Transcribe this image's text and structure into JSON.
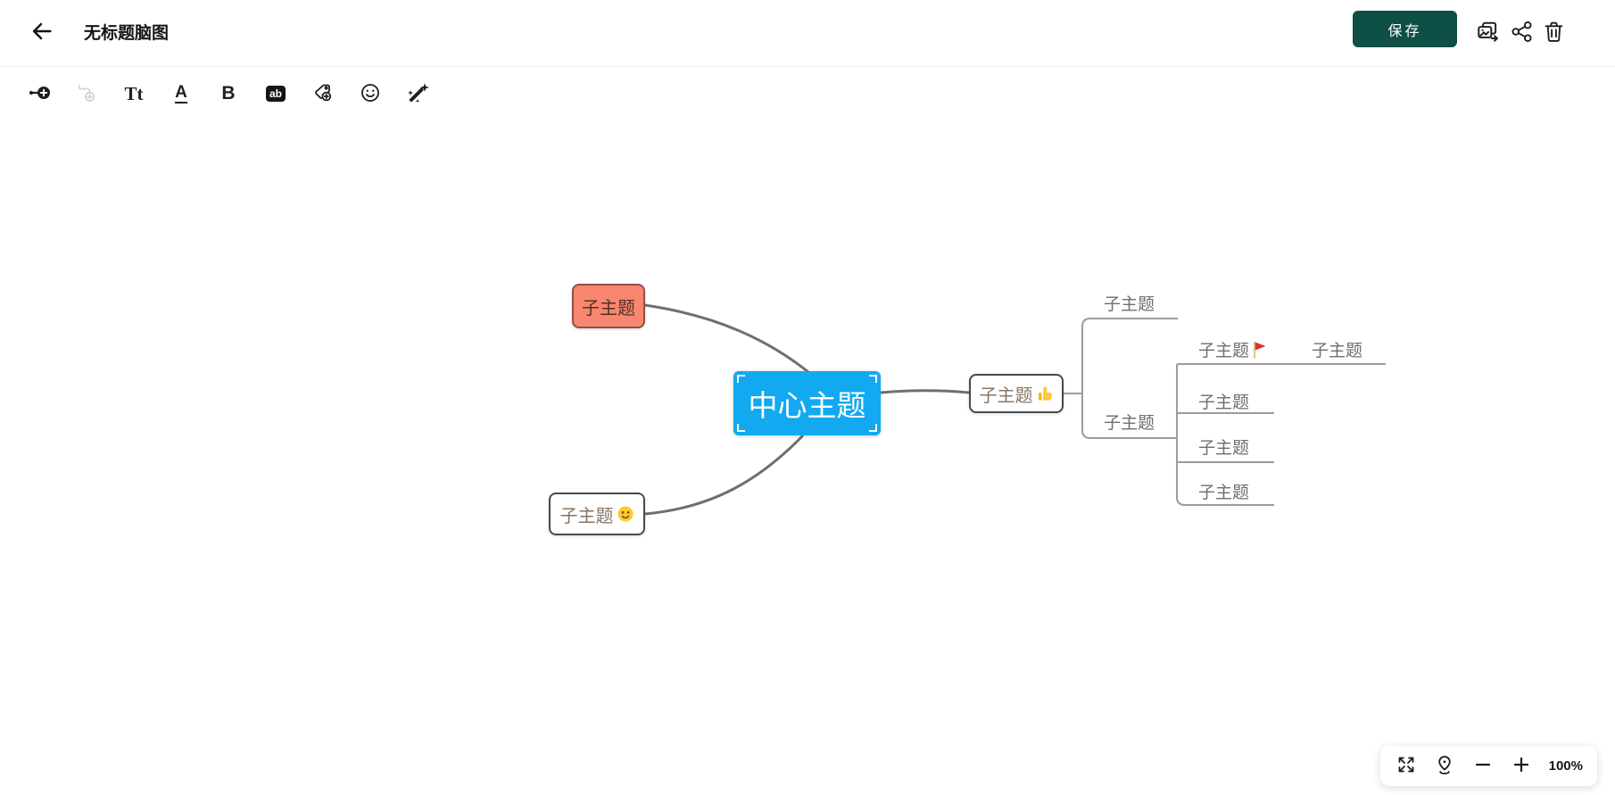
{
  "header": {
    "title": "无标题脑图",
    "save_label": "保存",
    "icons": [
      "back-arrow",
      "export-image",
      "share",
      "trash"
    ]
  },
  "toolbar": {
    "icons": [
      "add-topic",
      "add-subtopic-disabled",
      "font-size",
      "font-color",
      "bold",
      "text-background",
      "add-tag",
      "emoji-picker",
      "magic-wand"
    ],
    "font_size_glyph": "Tt",
    "font_color_glyph": "A",
    "bold_glyph": "B",
    "background_glyph": "ab"
  },
  "mindmap": {
    "central": {
      "text": "中心主题"
    },
    "branch_salmon": {
      "text": "子主题"
    },
    "branch_smile": {
      "text": "子主题",
      "emoji_char": "🙂"
    },
    "branch_thumb": {
      "text": "子主题",
      "emoji_char": "👍"
    },
    "right_children": {
      "top": {
        "text": "子主题"
      },
      "bottom": {
        "text": "子主题"
      }
    },
    "grandchildren": [
      {
        "text": "子主题",
        "emoji_char": "🚩"
      },
      {
        "text": "子主题"
      },
      {
        "text": "子主题"
      },
      {
        "text": "子主题"
      }
    ],
    "great_grandchild": {
      "text": "子主题"
    }
  },
  "view_controls": {
    "icons": [
      "fit-screen",
      "locate-center",
      "zoom-out",
      "zoom-in"
    ],
    "zoom_level": "100%"
  },
  "colors": {
    "save_button": "#0E4F46",
    "central_node_fill": "#12A9F0",
    "salmon_node_fill": "#F9866F",
    "salmon_node_border": "#8B5347",
    "white_node_border": "#4A4A4A",
    "white_node_text": "#8A7462",
    "line_node_text": "#6E6E6E",
    "curve_stroke": "#6F6F6F",
    "bracket_stroke": "#9C9C9C"
  }
}
